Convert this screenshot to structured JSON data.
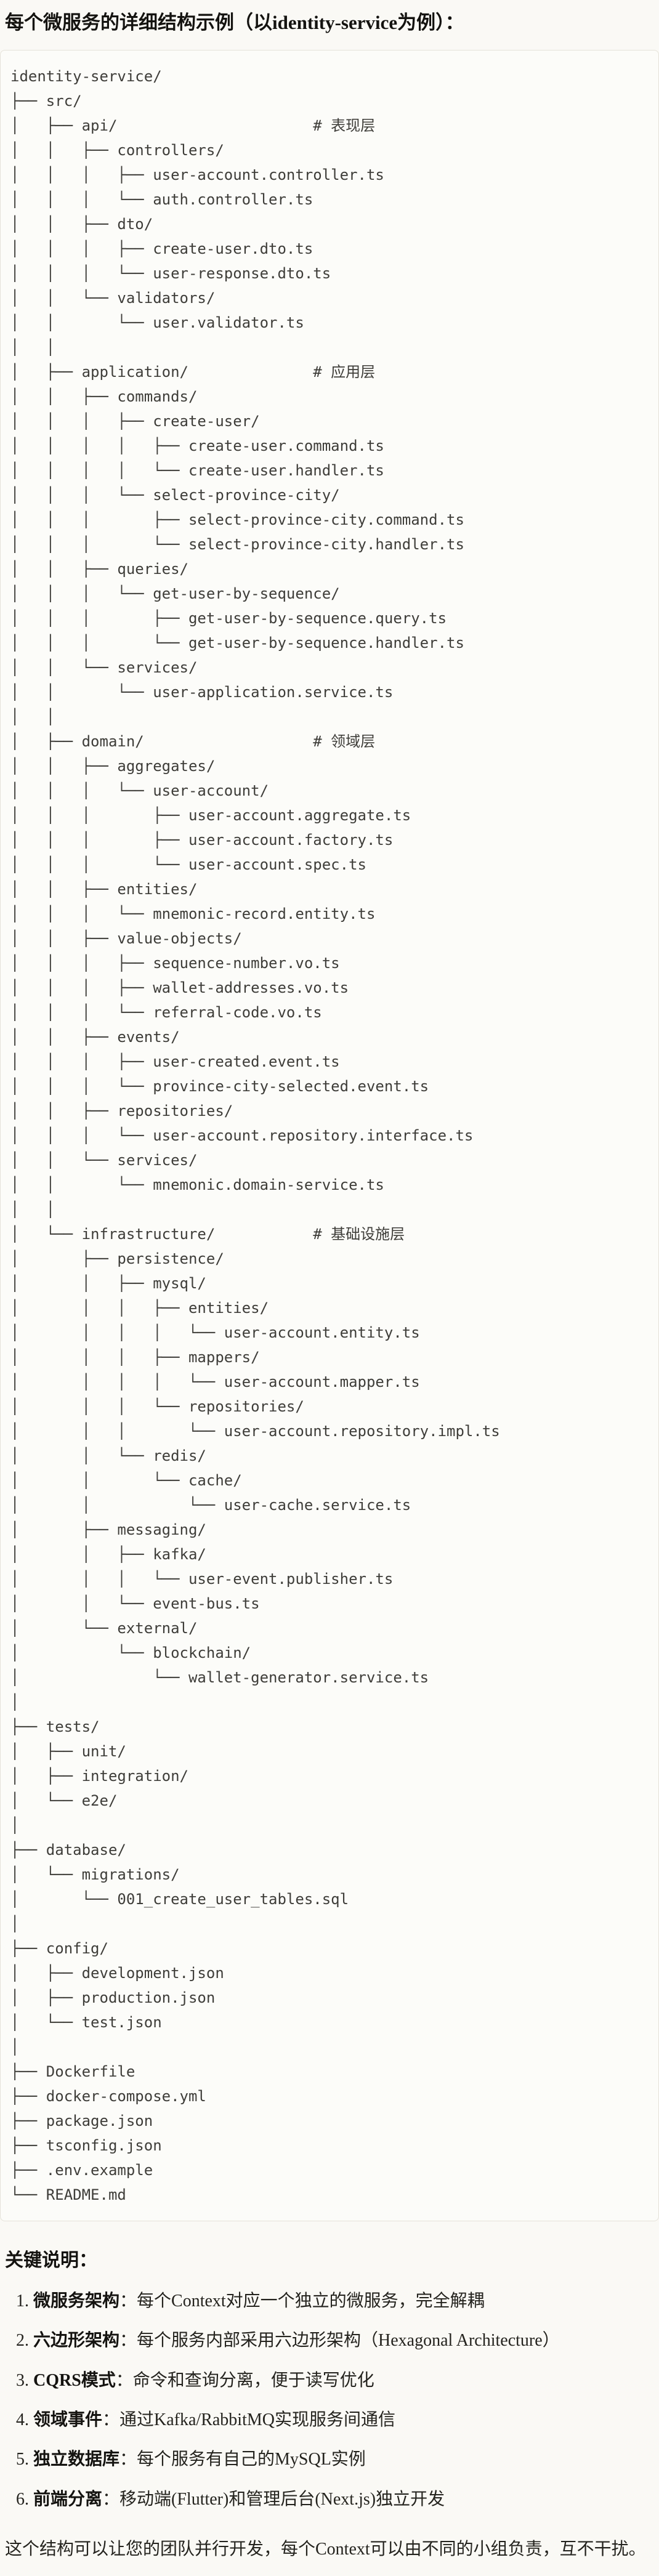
{
  "page": {
    "title": "每个微服务的详细结构示例（以identity-service为例）：",
    "notes_heading": "关键说明：",
    "closing": "这个结构可以让您的团队并行开发，每个Context可以由不同的小组负责，互不干扰。"
  },
  "tree": {
    "root": "identity-service/",
    "layer_comments": [
      "# 表现层",
      "# 应用层",
      "# 领域层",
      "# 基础设施层"
    ],
    "lines": [
      "identity-service/",
      "├── src/",
      "│   ├── api/                      # 表现层",
      "│   │   ├── controllers/",
      "│   │   │   ├── user-account.controller.ts",
      "│   │   │   └── auth.controller.ts",
      "│   │   ├── dto/",
      "│   │   │   ├── create-user.dto.ts",
      "│   │   │   └── user-response.dto.ts",
      "│   │   └── validators/",
      "│   │       └── user.validator.ts",
      "│   │",
      "│   ├── application/              # 应用层",
      "│   │   ├── commands/",
      "│   │   │   ├── create-user/",
      "│   │   │   │   ├── create-user.command.ts",
      "│   │   │   │   └── create-user.handler.ts",
      "│   │   │   └── select-province-city/",
      "│   │   │       ├── select-province-city.command.ts",
      "│   │   │       └── select-province-city.handler.ts",
      "│   │   ├── queries/",
      "│   │   │   └── get-user-by-sequence/",
      "│   │   │       ├── get-user-by-sequence.query.ts",
      "│   │   │       └── get-user-by-sequence.handler.ts",
      "│   │   └── services/",
      "│   │       └── user-application.service.ts",
      "│   │",
      "│   ├── domain/                   # 领域层",
      "│   │   ├── aggregates/",
      "│   │   │   └── user-account/",
      "│   │   │       ├── user-account.aggregate.ts",
      "│   │   │       ├── user-account.factory.ts",
      "│   │   │       └── user-account.spec.ts",
      "│   │   ├── entities/",
      "│   │   │   └── mnemonic-record.entity.ts",
      "│   │   ├── value-objects/",
      "│   │   │   ├── sequence-number.vo.ts",
      "│   │   │   ├── wallet-addresses.vo.ts",
      "│   │   │   └── referral-code.vo.ts",
      "│   │   ├── events/",
      "│   │   │   ├── user-created.event.ts",
      "│   │   │   └── province-city-selected.event.ts",
      "│   │   ├── repositories/",
      "│   │   │   └── user-account.repository.interface.ts",
      "│   │   └── services/",
      "│   │       └── mnemonic.domain-service.ts",
      "│   │",
      "│   └── infrastructure/           # 基础设施层",
      "│       ├── persistence/",
      "│       │   ├── mysql/",
      "│       │   │   ├── entities/",
      "│       │   │   │   └── user-account.entity.ts",
      "│       │   │   ├── mappers/",
      "│       │   │   │   └── user-account.mapper.ts",
      "│       │   │   └── repositories/",
      "│       │   │       └── user-account.repository.impl.ts",
      "│       │   └── redis/",
      "│       │       └── cache/",
      "│       │           └── user-cache.service.ts",
      "│       ├── messaging/",
      "│       │   ├── kafka/",
      "│       │   │   └── user-event.publisher.ts",
      "│       │   └── event-bus.ts",
      "│       └── external/",
      "│           └── blockchain/",
      "│               └── wallet-generator.service.ts",
      "│",
      "├── tests/",
      "│   ├── unit/",
      "│   ├── integration/",
      "│   └── e2e/",
      "│",
      "├── database/",
      "│   └── migrations/",
      "│       └── 001_create_user_tables.sql",
      "│",
      "├── config/",
      "│   ├── development.json",
      "│   ├── production.json",
      "│   └── test.json",
      "│",
      "├── Dockerfile",
      "├── docker-compose.yml",
      "├── package.json",
      "├── tsconfig.json",
      "├── .env.example",
      "└── README.md"
    ]
  },
  "notes": {
    "items": [
      {
        "num": "1. ",
        "label": "微服务架构",
        "text": "：每个Context对应一个独立的微服务，完全解耦"
      },
      {
        "num": "2. ",
        "label": "六边形架构",
        "text": "：每个服务内部采用六边形架构（Hexagonal Architecture）"
      },
      {
        "num": "3. ",
        "label": "CQRS模式",
        "text": "：命令和查询分离，便于读写优化"
      },
      {
        "num": "4. ",
        "label": "领域事件",
        "text": "：通过Kafka/RabbitMQ实现服务间通信"
      },
      {
        "num": "5. ",
        "label": "独立数据库",
        "text": "：每个服务有自己的MySQL实例"
      },
      {
        "num": "6. ",
        "label": "前端分离",
        "text": "：移动端(Flutter)和管理后台(Next.js)独立开发"
      }
    ]
  }
}
